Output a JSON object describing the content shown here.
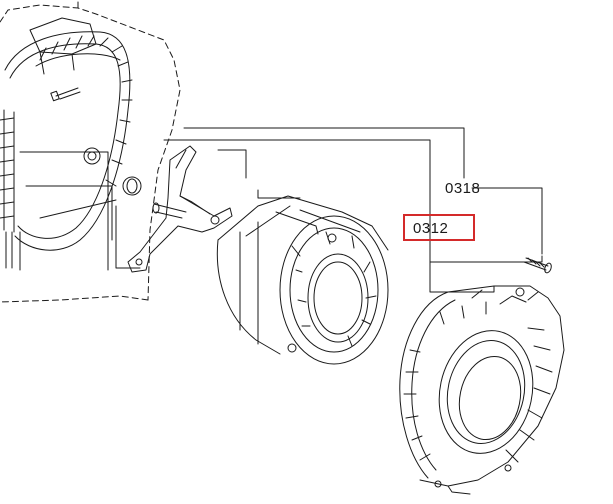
{
  "diagram": {
    "callouts": [
      {
        "id": "0318",
        "text": "0318",
        "highlighted": false
      },
      {
        "id": "0312",
        "text": "0312",
        "highlighted": true
      }
    ],
    "highlight_color": "#d42a2a",
    "line_color": "#1a1a1a",
    "parts": [
      {
        "name": "tub-rear-half",
        "style": "dashed-outline"
      },
      {
        "name": "drum-spider",
        "style": "line-art"
      },
      {
        "name": "motor-stator",
        "style": "line-art"
      },
      {
        "name": "motor-cover",
        "style": "line-art"
      },
      {
        "name": "screw",
        "style": "line-art"
      }
    ]
  }
}
